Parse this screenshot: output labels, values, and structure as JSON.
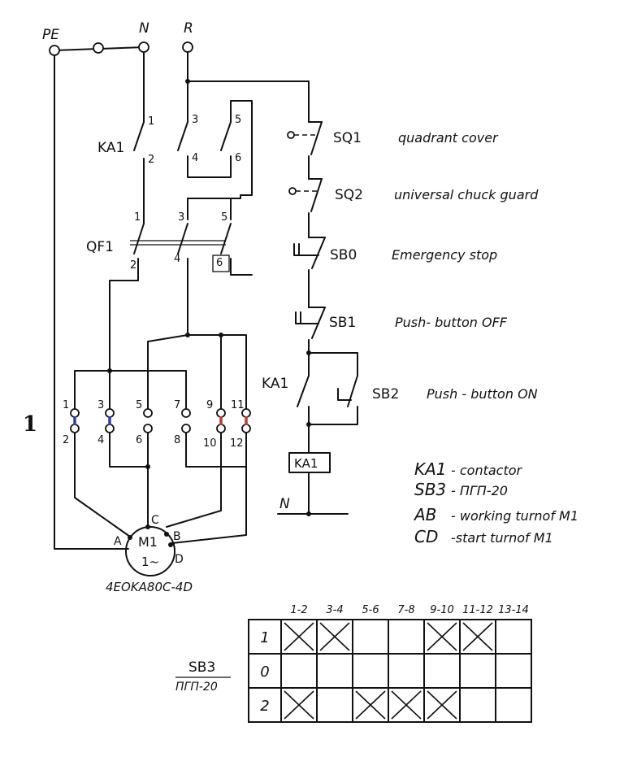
{
  "supply": {
    "pe": "PE",
    "n": "N",
    "r": "R"
  },
  "left_number": "1",
  "ka1_block": {
    "name": "KA1",
    "contacts": [
      "1",
      "2",
      "3",
      "4",
      "5",
      "6"
    ]
  },
  "qf1_block": {
    "name": "QF1",
    "contacts": [
      "1",
      "2",
      "3",
      "4",
      "5",
      "6"
    ]
  },
  "switch_terminals": {
    "top": [
      "1",
      "3",
      "5",
      "7",
      "9",
      "11"
    ],
    "bottom": [
      "2",
      "4",
      "6",
      "8",
      "10",
      "12"
    ],
    "jumper_colors": {
      "blue": "#2b3fb0",
      "red": "#c0392b"
    }
  },
  "motor": {
    "name": "M1",
    "phase": "1~",
    "terminals": {
      "a": "A",
      "b": "B",
      "c": "C",
      "d": "D"
    },
    "model": "4EOKA80C-4D"
  },
  "control_circuit": [
    {
      "id": "SQ1",
      "desc": "quadrant cover"
    },
    {
      "id": "SQ2",
      "desc": "universal chuck guard"
    },
    {
      "id": "SB0",
      "desc": "Emergency stop"
    },
    {
      "id": "SB1",
      "desc": "Push- button OFF"
    },
    {
      "id": "SB2",
      "desc": "Push - button ON"
    }
  ],
  "ka1_contact_label": "KA1",
  "coil_label": "KA1",
  "neutral_label": "N",
  "legend": [
    {
      "key": "KA1",
      "text": "- contactor"
    },
    {
      "key": "SB3",
      "text": "- ПГП-20"
    },
    {
      "key": "AB",
      "text": "- working turnof M1"
    },
    {
      "key": "CD",
      "text": "-start turnof M1"
    }
  ],
  "switch_table": {
    "label_top": "SB3",
    "label_bottom": "ПГП-20",
    "columns": [
      "1-2",
      "3-4",
      "5-6",
      "7-8",
      "9-10",
      "11-12",
      "13-14"
    ],
    "rows": [
      {
        "position": "1",
        "closed": [
          true,
          true,
          false,
          false,
          true,
          true,
          false
        ]
      },
      {
        "position": "0",
        "closed": [
          false,
          false,
          false,
          false,
          false,
          false,
          false
        ]
      },
      {
        "position": "2",
        "closed": [
          true,
          false,
          true,
          true,
          true,
          false,
          false
        ]
      }
    ]
  }
}
